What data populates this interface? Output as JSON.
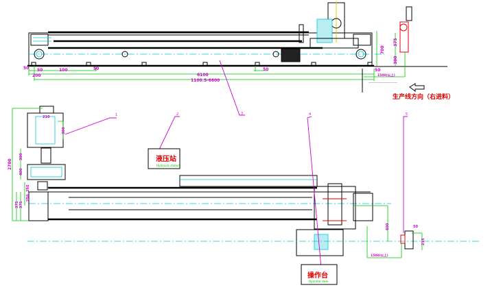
{
  "drawing": {
    "direction_label": "生产线方向（右进料）",
    "direction_note": "————————————",
    "callouts": [
      "1",
      "2",
      "3",
      "4",
      "5"
    ],
    "hydraulic_station": {
      "label": "液压站",
      "sublabel": "Hydraulic station"
    },
    "operator_console": {
      "label": "操作台",
      "sublabel": "Operator desk"
    },
    "top_view_dims": {
      "d1": "50",
      "d2": "50",
      "d3": "100",
      "d4": "50",
      "d5": "200",
      "d6": "50",
      "d7": "6100",
      "d8": "1100.5-6600",
      "right_h1": "700",
      "right_h2": "375",
      "right_h3": "300",
      "right_d": "50",
      "right_w": "1500(以上)"
    },
    "plan_view_dims": {
      "total_h": "2700",
      "motor_w": "210",
      "motor_h": "300",
      "block_h1": "300",
      "block_h2": "400",
      "v1": "250",
      "v2": "375",
      "v3": "375",
      "v4": "250",
      "carriage_h": "600",
      "carriage_w": "1500(以上)",
      "unit_w": "50",
      "unit_h": "215"
    }
  }
}
